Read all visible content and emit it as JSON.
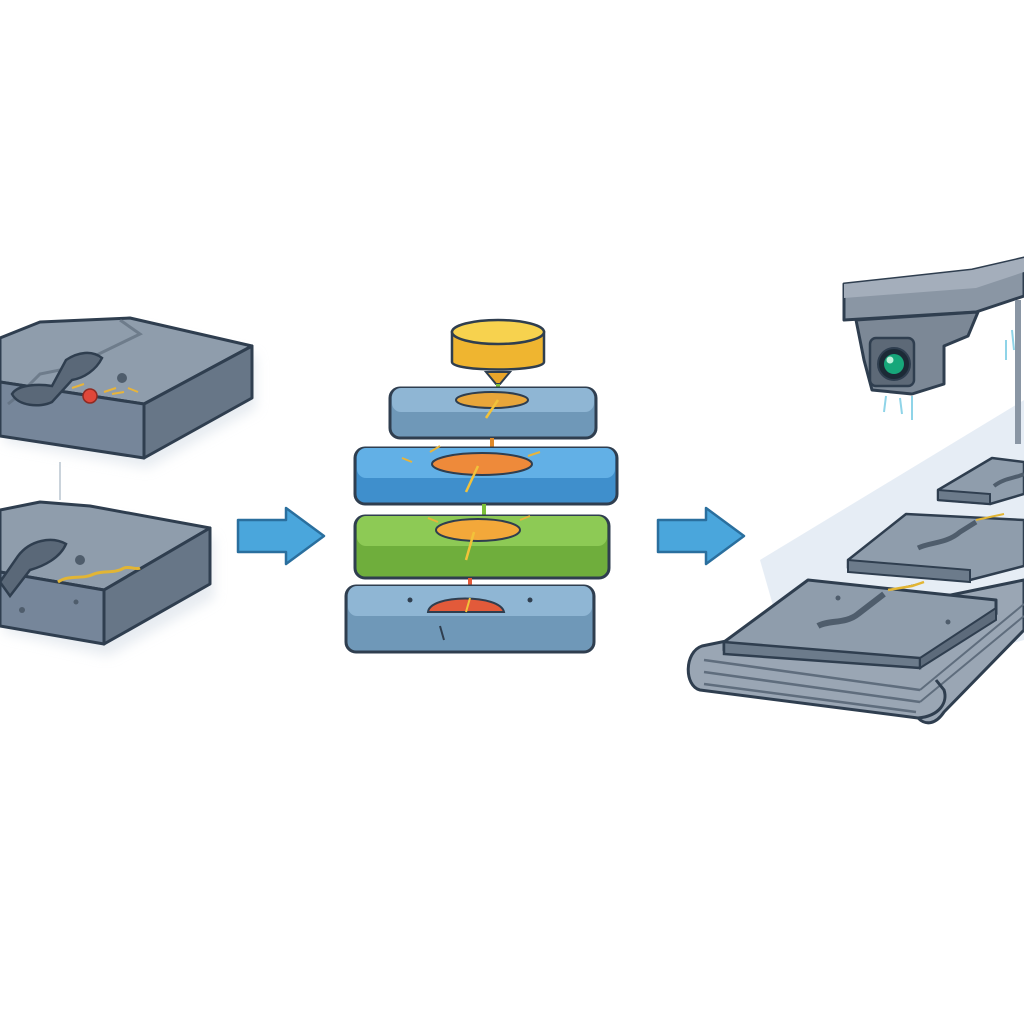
{
  "diagram": {
    "stages": [
      {
        "id": "defect-samples",
        "items": [
          "slab-top",
          "slab-bottom"
        ]
      },
      {
        "id": "layered-model",
        "items": [
          "yellow-cap",
          "layer-1",
          "layer-2",
          "layer-3",
          "layer-4"
        ]
      },
      {
        "id": "camera-inspection",
        "items": [
          "gantry-camera",
          "conveyor",
          "plate-far",
          "plate-mid",
          "plate-near"
        ]
      }
    ],
    "arrows": [
      {
        "from": "defect-samples",
        "to": "layered-model"
      },
      {
        "from": "layered-model",
        "to": "camera-inspection"
      }
    ],
    "colors": {
      "slab_top": "#8e9cab",
      "slab_side": "#6c7b8b",
      "outline": "#2f3e4f",
      "arrow": "#4aa6dc",
      "arrow_outline": "#2a6f9e",
      "cap": "#f2c23a",
      "layer_steel": "#7fa8c6",
      "layer_blue": "#4ea3de",
      "layer_green": "#83c24a",
      "core_orange": "#ee8a3a",
      "core_red": "#e25a3a",
      "lens": "#17a77a",
      "belt_shadow": "#dde7f2"
    },
    "icons": [
      "arrow-right-icon",
      "camera-icon",
      "conveyor-icon"
    ]
  }
}
